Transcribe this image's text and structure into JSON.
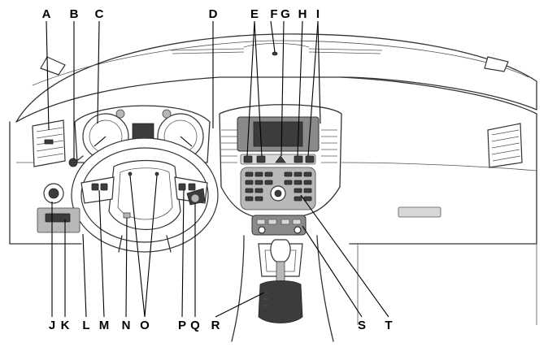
{
  "labels": {
    "A": "A",
    "B": "B",
    "C": "C",
    "D": "D",
    "E": "E",
    "F": "F",
    "G": "G",
    "H": "H",
    "I": "I",
    "J": "J",
    "K": "K",
    "L": "L",
    "M": "M",
    "N": "N",
    "O": "O",
    "P": "P",
    "Q": "Q",
    "R": "R",
    "S": "S",
    "T": "T"
  }
}
